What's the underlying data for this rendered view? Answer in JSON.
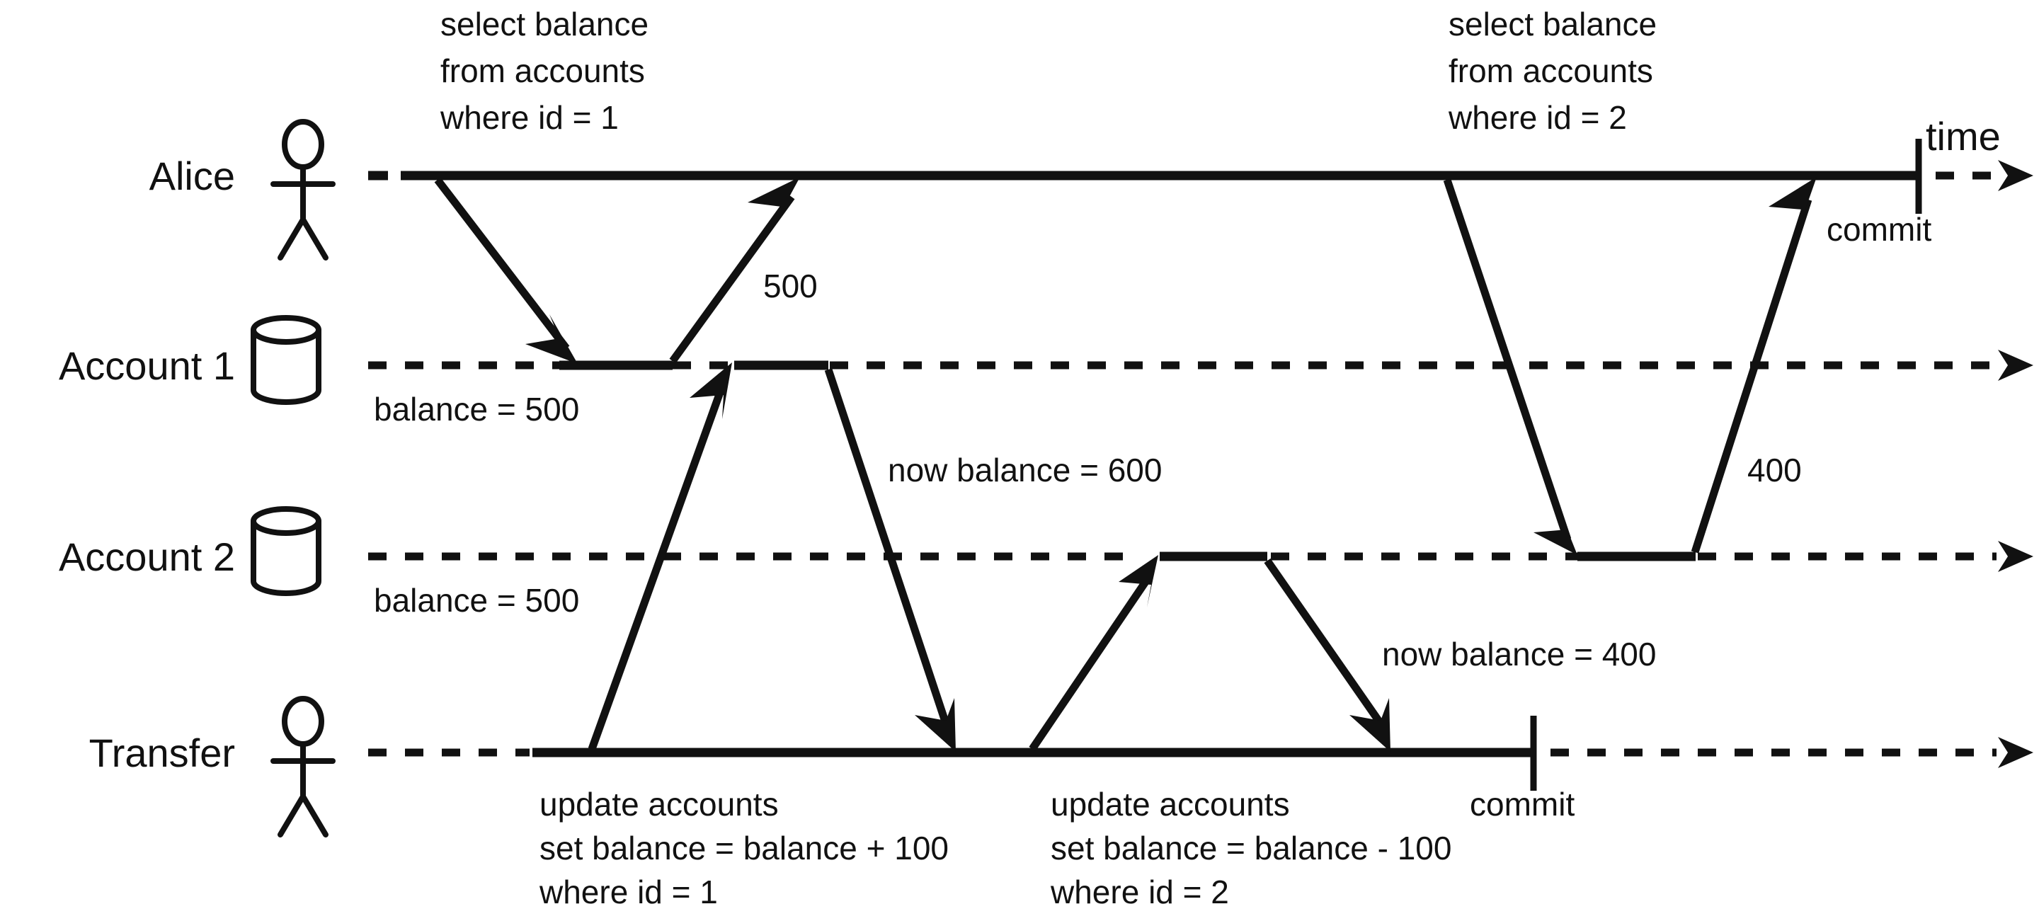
{
  "diagram": {
    "title_axis_label": "time",
    "background_color": "#ffffff",
    "ink_color": "#111111"
  },
  "lifelines": [
    {
      "id": "alice",
      "label": "Alice",
      "icon": "stick-figure-icon"
    },
    {
      "id": "account1",
      "label": "Account 1",
      "icon": "database-cylinder-icon"
    },
    {
      "id": "account2",
      "label": "Account 2",
      "icon": "database-cylinder-icon"
    },
    {
      "id": "transfer",
      "label": "Transfer",
      "icon": "stick-figure-icon"
    }
  ],
  "annotations": {
    "alice_query_1": {
      "line1": "select balance",
      "line2": "from accounts",
      "line3": "where id = 1"
    },
    "alice_query_2": {
      "line1": "select balance",
      "line2": "from accounts",
      "line3": "where id = 2"
    },
    "transfer_update_1": {
      "line1": "update accounts",
      "line2": "set balance = balance + 100",
      "line3": "where id = 1"
    },
    "transfer_update_2": {
      "line1": "update accounts",
      "line2": "set balance = balance - 100",
      "line3": "where id = 2"
    },
    "account1_initial_balance": "balance = 500",
    "account2_initial_balance": "balance = 500",
    "reply_alice_account1": "500",
    "reply_alice_account2": "400",
    "account1_new_balance": "now balance = 600",
    "account2_new_balance": "now balance = 400",
    "alice_commit": "commit",
    "transfer_commit": "commit",
    "time_axis": "time"
  }
}
